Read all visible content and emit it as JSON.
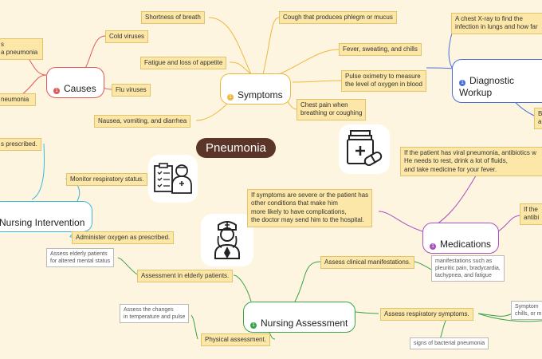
{
  "central": "Pneumonia",
  "causes": {
    "label": "Causes",
    "items": [
      "Cold viruses",
      "Flu viruses"
    ],
    "clipped": [
      "s\na pneumonia",
      "neumonia"
    ]
  },
  "symptoms": {
    "label": "Symptoms",
    "items": [
      "Shortness of breath",
      "Cough that produces phlegm or mucus",
      "Fatigue and loss of appetite",
      "Fever, sweating, and chills",
      "Pulse oximetry to measure\nthe level of oxygen in blood",
      "Chest pain when\nbreathing or coughing",
      "Nausea, vomiting, and diarrhea"
    ]
  },
  "diagnostic": {
    "label": "Diagnostic Workup",
    "items": [
      "A chest X-ray to find the\ninfection in lungs and how far",
      "Bl\na t"
    ]
  },
  "medications": {
    "label": "Medications",
    "items": [
      "If the patient has viral pneumonia, antibiotics w\nHe needs to rest, drink a lot of fluids,\nand take medicine for your fever.",
      "If symptoms are severe or the patient has\nother conditions that make him\nmore likely to have complications,\nthe doctor may send him to the hospital.",
      "If the\nantibi"
    ]
  },
  "nursing_intervention": {
    "label": "Nursing Intervention",
    "items": [
      "s prescribed.",
      "Monitor respiratory status.",
      "Administer oxygen as prescribed."
    ]
  },
  "nursing_assessment": {
    "label": "Nursing Assessment",
    "items": [
      "Assess clinical manifestations.",
      "Assessment in elderly patients.",
      "Assess respiratory symptoms.",
      "Physical assessment."
    ],
    "details": [
      "Assess elderly patients\nfor altered mental status",
      "manifestations such as\npleuritic pain, bradycardia,\ntachypnea, and fatigue",
      "Assess the changes\nin temperature and pulse",
      "Symptom\nchills, or m",
      "signs of bacterial pneumonia"
    ]
  },
  "colors": {
    "background": "#fdf5e0",
    "central": "#5b3528",
    "causes": "#e05959",
    "symptoms": "#f0b73d",
    "diagnostic": "#4a6fd9",
    "medications": "#a84fc2",
    "nursing_intervention": "#39b8d8",
    "nursing_assessment": "#3aa44a"
  },
  "icons": [
    "medicine-bottle-icon",
    "medical-chart-nurse-icon",
    "nurse-icon"
  ]
}
